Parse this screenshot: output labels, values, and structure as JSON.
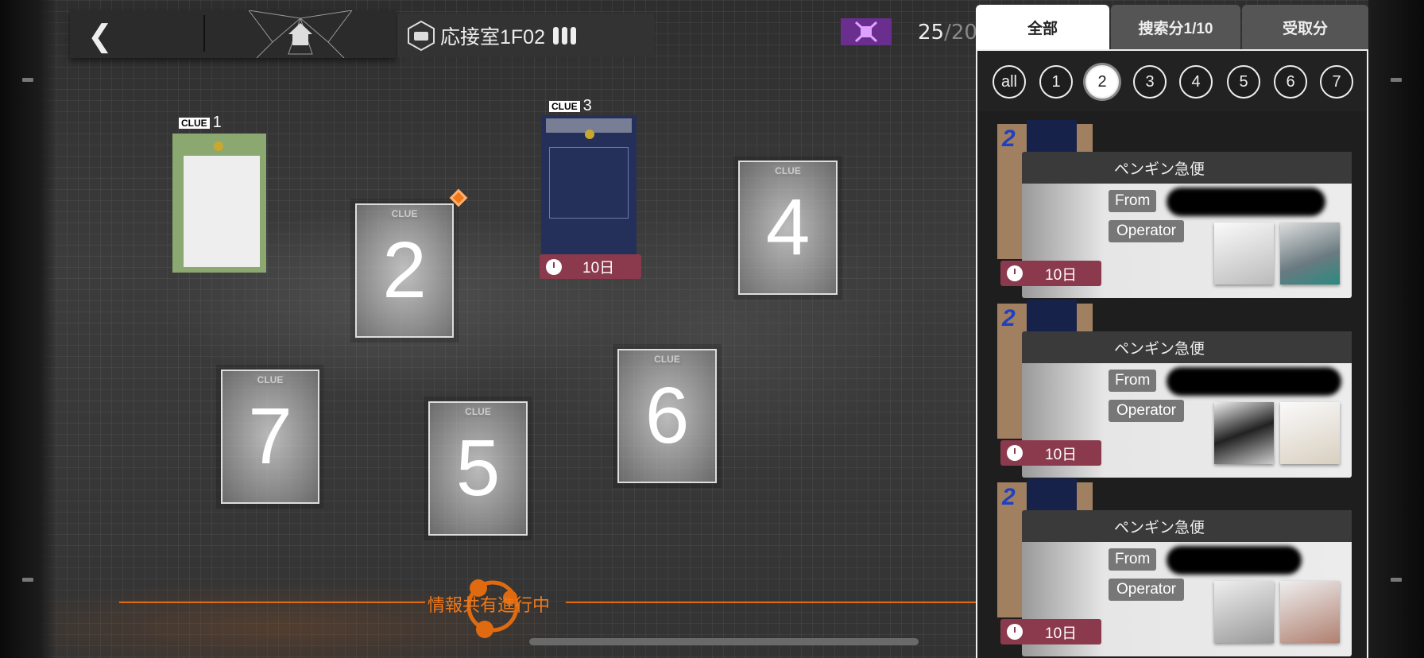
{
  "header": {
    "back_icon": "chevron-left-icon",
    "home_icon": "home-icon",
    "room_name": "応接室1F02",
    "drone_count": "25",
    "drone_max": "/20"
  },
  "board": {
    "clue_tag": "CLUE",
    "clues": [
      {
        "num": "1",
        "state": "collected"
      },
      {
        "num": "2",
        "state": "empty"
      },
      {
        "num": "3",
        "state": "collected",
        "timer": "10日"
      },
      {
        "num": "4",
        "state": "empty"
      },
      {
        "num": "5",
        "state": "empty"
      },
      {
        "num": "6",
        "state": "empty"
      },
      {
        "num": "7",
        "state": "empty"
      }
    ],
    "sharing_status": "情報共有進行中"
  },
  "panel": {
    "tabs": [
      {
        "label": "全部",
        "active": true
      },
      {
        "label": "捜索分1/10",
        "active": false
      },
      {
        "label": "受取分",
        "active": false
      }
    ],
    "filters": [
      "all",
      "1",
      "2",
      "3",
      "4",
      "5",
      "6",
      "7"
    ],
    "selected_filter": "2",
    "items": [
      {
        "clue_num": "2",
        "title": "ペンギン急便",
        "from_label": "From",
        "operator_label": "Operator",
        "timer": "10日"
      },
      {
        "clue_num": "2",
        "title": "ペンギン急便",
        "from_label": "From",
        "operator_label": "Operator",
        "timer": "10日"
      },
      {
        "clue_num": "2",
        "title": "ペンギン急便",
        "from_label": "From",
        "operator_label": "Operator",
        "timer": "10日"
      }
    ]
  },
  "colors": {
    "accent": "#e06a10",
    "timer": "#8b3a4d",
    "drone": "#6a2e8e"
  }
}
